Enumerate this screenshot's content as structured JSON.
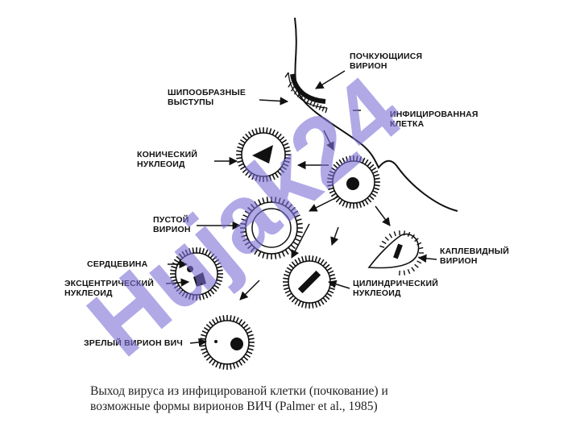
{
  "labels": {
    "budding_virion": [
      "ПОЧКУЮЩИИСЯ",
      "ВИРИОН"
    ],
    "spikes": [
      "ШИПООБРАЗНЫЕ",
      "ВЫСТУПЫ"
    ],
    "infected_cell": [
      "ИНФИЦИРОВАННАЯ",
      "КЛЕТКА"
    ],
    "conical_nucleoid": [
      "КОНИЧЕСКИЙ",
      "НУКЛЕОИД"
    ],
    "empty_virion": [
      "ПУСТОЙ",
      "ВИРИОН"
    ],
    "drop_virion": [
      "КАПЛЕВИДНЫЙ",
      "ВИРИОН"
    ],
    "heart_core": [
      "СЕРДЦЕВИНА"
    ],
    "eccentric_nucleoid": [
      "ЭКСЦЕНТРИЧЕСКИЙ",
      "НУКЛЕОИД"
    ],
    "cylindrical_nucleoid": [
      "ЦИЛИНДРИЧЕСКИЙ",
      "НУКЛЕОИД"
    ],
    "mature_virion": [
      "ЗРЕЛЫЙ ВИРИОН ВИЧ"
    ]
  },
  "caption": {
    "line1": "Выход вируса из инфицированой клетки (почкование) и",
    "line2": "возможные формы вирионов ВИЧ (Palmer et al., 1985)"
  },
  "watermark": {
    "text": "Hujak24",
    "color": "#7b6fd6"
  }
}
